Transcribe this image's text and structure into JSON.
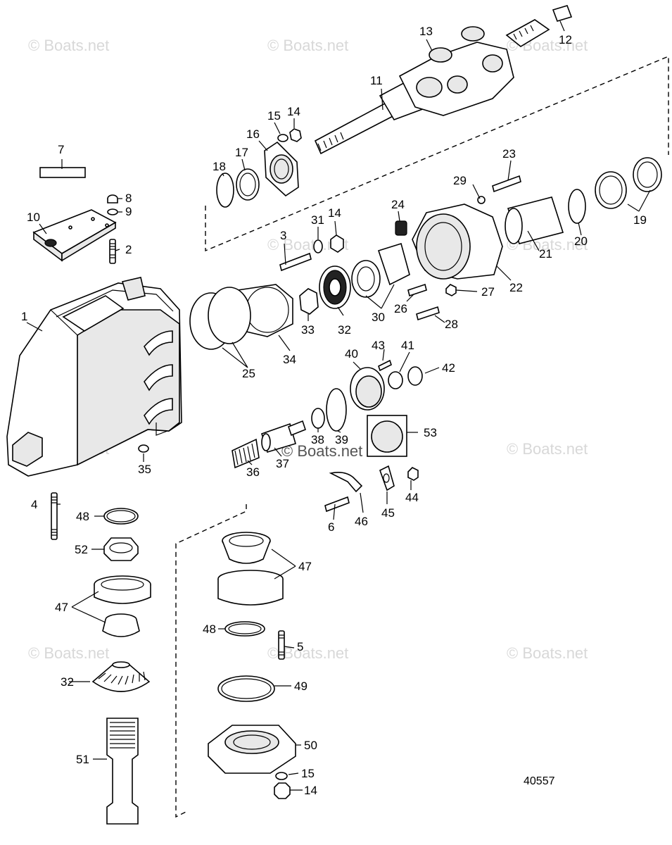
{
  "diagram": {
    "reference_number": "40557",
    "watermark_text": "© Boats.net",
    "callouts": {
      "c1": "1",
      "c2": "2",
      "c3": "3",
      "c4": "4",
      "c5": "5",
      "c6": "6",
      "c7": "7",
      "c8": "8",
      "c9": "9",
      "c10": "10",
      "c11": "11",
      "c12": "12",
      "c13": "13",
      "c14a": "14",
      "c14b": "14",
      "c14c": "14",
      "c15a": "15",
      "c15b": "15",
      "c16": "16",
      "c17": "17",
      "c18": "18",
      "c19": "19",
      "c20": "20",
      "c21": "21",
      "c22": "22",
      "c23": "23",
      "c24": "24",
      "c25": "25",
      "c26": "26",
      "c27": "27",
      "c28": "28",
      "c29": "29",
      "c30": "30",
      "c31": "31",
      "c32a": "32",
      "c32b": "32",
      "c33": "33",
      "c34": "34",
      "c35": "35",
      "c36": "36",
      "c37": "37",
      "c38": "38",
      "c39": "39",
      "c40": "40",
      "c41": "41",
      "c42": "42",
      "c43": "43",
      "c44": "44",
      "c45": "45",
      "c46": "46",
      "c47a": "47",
      "c47b": "47",
      "c48a": "48",
      "c48b": "48",
      "c49": "49",
      "c50": "50",
      "c51": "51",
      "c52": "52",
      "c53": "53"
    }
  }
}
